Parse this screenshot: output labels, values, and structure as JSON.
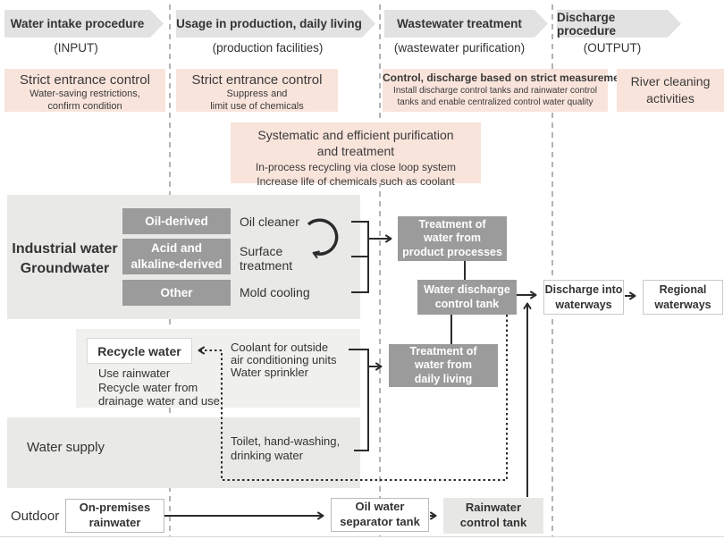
{
  "colors": {
    "accent_pink": "#f9e4db",
    "panel_gray": "#e9e9e7",
    "recycle_panel_gray": "#f0f0ee",
    "tag_box_gray": "#9b9b9b",
    "line_dark": "#2b2b2b",
    "divider_gray": "#b3b3b3",
    "header_gray": "#e2e2e2"
  },
  "columns": [
    {
      "header": "Water intake procedure",
      "sub": "(INPUT)",
      "note_title": "Strict entrance control",
      "note_body": "Water-saving restrictions,\nconfirm condition"
    },
    {
      "header": "Usage in production, daily living",
      "sub": "(production facilities)",
      "note_title": "Strict entrance control",
      "note_body": "Suppress and\nlimit use of chemicals"
    },
    {
      "header": "Wastewater treatment",
      "sub": "(wastewater purification)",
      "note_title": "Control, discharge based on strict measurement",
      "note_body": "Install discharge control tanks and rainwater control\ntanks and enable centralized control water quality"
    },
    {
      "header": "Discharge procedure",
      "sub": "(OUTPUT)",
      "note_title": "River cleaning\nactivities",
      "note_body": ""
    }
  ],
  "mid_note": {
    "title": "Systematic and efficient purification\nand treatment",
    "body": "In-process recycling via close loop system\nIncrease life of chemicals such as coolant"
  },
  "industrial": {
    "label": "Industrial water\nGroundwater",
    "rows": [
      {
        "tag": "Oil-derived",
        "process": "Oil cleaner"
      },
      {
        "tag": "Acid and\nalkaline-derived",
        "process": "Surface\ntreatment"
      },
      {
        "tag": "Other",
        "process": "Mold cooling"
      }
    ]
  },
  "flow": {
    "product_treatment": "Treatment of\nwater from\nproduct processes",
    "discharge_tank": "Water discharge\ncontrol tank",
    "discharge_waterways": "Discharge into\nwaterways",
    "regional_waterways": "Regional\nwaterways",
    "daily_treatment": "Treatment of\nwater from\ndaily living"
  },
  "recycle": {
    "box": "Recycle water",
    "note": "Use rainwater\nRecycle water from\ndrainage water and use",
    "coolant": "Coolant for outside\nair conditioning units\nWater sprinkler"
  },
  "water_supply": {
    "label": "Water supply",
    "toilet": "Toilet, hand-washing,\ndrinking water"
  },
  "outdoor": {
    "label": "Outdoor",
    "onpremises_rainwater": "On-premises\nrainwater",
    "oil_separator_tank": "Oil water\nseparator tank",
    "rainwater_control_tank": "Rainwater\ncontrol tank"
  }
}
